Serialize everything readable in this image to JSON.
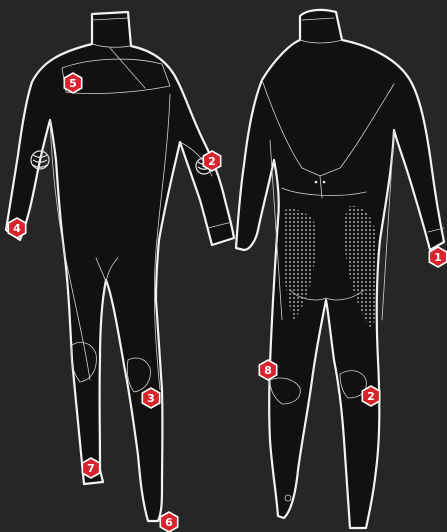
{
  "colors": {
    "background": "#262626",
    "suit_fill": "#111111",
    "outline": "#f2f2f2",
    "badge": "#d9232d",
    "badge_text": "#ffffff"
  },
  "callouts": [
    {
      "id": "callout-5-front-chest",
      "label": "5"
    },
    {
      "id": "callout-2-front-forearm",
      "label": "2"
    },
    {
      "id": "callout-4-front-wrist",
      "label": "4"
    },
    {
      "id": "callout-3-front-knee",
      "label": "3"
    },
    {
      "id": "callout-7-front-ankle",
      "label": "7"
    },
    {
      "id": "callout-6-front-foot",
      "label": "6"
    },
    {
      "id": "callout-1-back-wrist",
      "label": "1"
    },
    {
      "id": "callout-8-back-knee",
      "label": "8"
    },
    {
      "id": "callout-2-back-knee",
      "label": "2"
    }
  ]
}
